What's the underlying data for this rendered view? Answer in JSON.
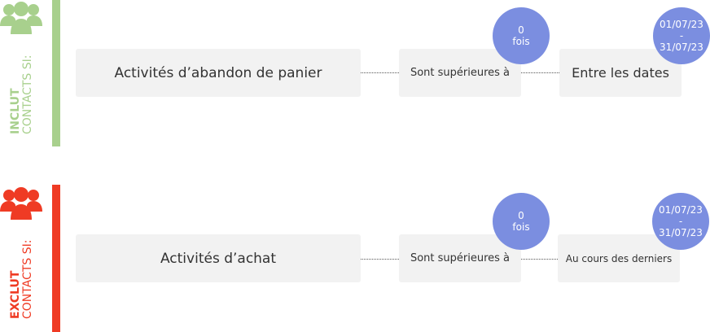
{
  "include": {
    "color": "#a8d08d",
    "title": "INCLUT",
    "subtitle": "CONTACTS SI:",
    "activity": "Activités d’abandon de panier",
    "condition": "Sont supérieures à",
    "count_value": "0",
    "count_unit": "fois",
    "period": "Entre les dates",
    "date_start": "01/07/23",
    "date_sep": "-",
    "date_end": "31/07/23"
  },
  "exclude": {
    "color": "#ef3b24",
    "title": "EXCLUT",
    "subtitle": "CONTACTS SI:",
    "activity": "Activités d’achat",
    "condition": "Sont supérieures à",
    "count_value": "0",
    "count_unit": "fois",
    "period": "Au cours des derniers",
    "date_start": "01/07/23",
    "date_sep": "-",
    "date_end": "31/07/23"
  },
  "colors": {
    "bubble": "#7b8ee0",
    "box": "#f2f2f2"
  },
  "icons": [
    "people-group-icon"
  ]
}
